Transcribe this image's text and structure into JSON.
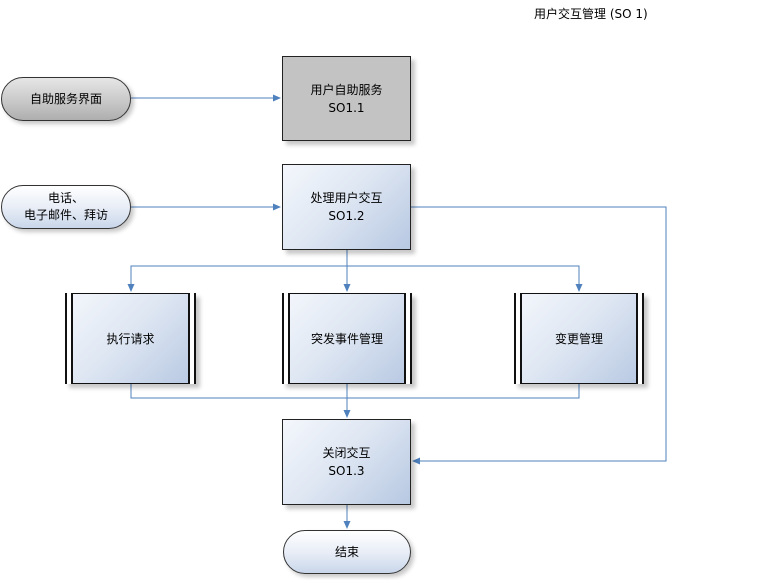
{
  "title": "用户交互管理 (SO 1)",
  "nodes": {
    "self_service_interface": {
      "label": "自助服务界面"
    },
    "contact_channels": {
      "line1": "电话、",
      "line2": "电子邮件、拜访"
    },
    "user_self_service": {
      "label": "用户自助服务",
      "code": "SO1.1"
    },
    "handle_interaction": {
      "label": "处理用户交互",
      "code": "SO1.2"
    },
    "execute_request": {
      "label": "执行请求"
    },
    "incident_management": {
      "label": "突发事件管理"
    },
    "change_management": {
      "label": "变更管理"
    },
    "close_interaction": {
      "label": "关闭交互",
      "code": "SO1.3"
    },
    "end": {
      "label": "结束"
    }
  },
  "edges": [
    {
      "from": "self_service_interface",
      "to": "user_self_service"
    },
    {
      "from": "contact_channels",
      "to": "handle_interaction"
    },
    {
      "from": "handle_interaction",
      "to": "execute_request"
    },
    {
      "from": "handle_interaction",
      "to": "incident_management"
    },
    {
      "from": "handle_interaction",
      "to": "change_management"
    },
    {
      "from": "handle_interaction",
      "to": "close_interaction"
    },
    {
      "from": "execute_request",
      "to": "close_interaction"
    },
    {
      "from": "incident_management",
      "to": "close_interaction"
    },
    {
      "from": "change_management",
      "to": "close_interaction"
    },
    {
      "from": "close_interaction",
      "to": "end"
    }
  ],
  "colors": {
    "connector": "#4f81bd",
    "border": "#222222"
  }
}
